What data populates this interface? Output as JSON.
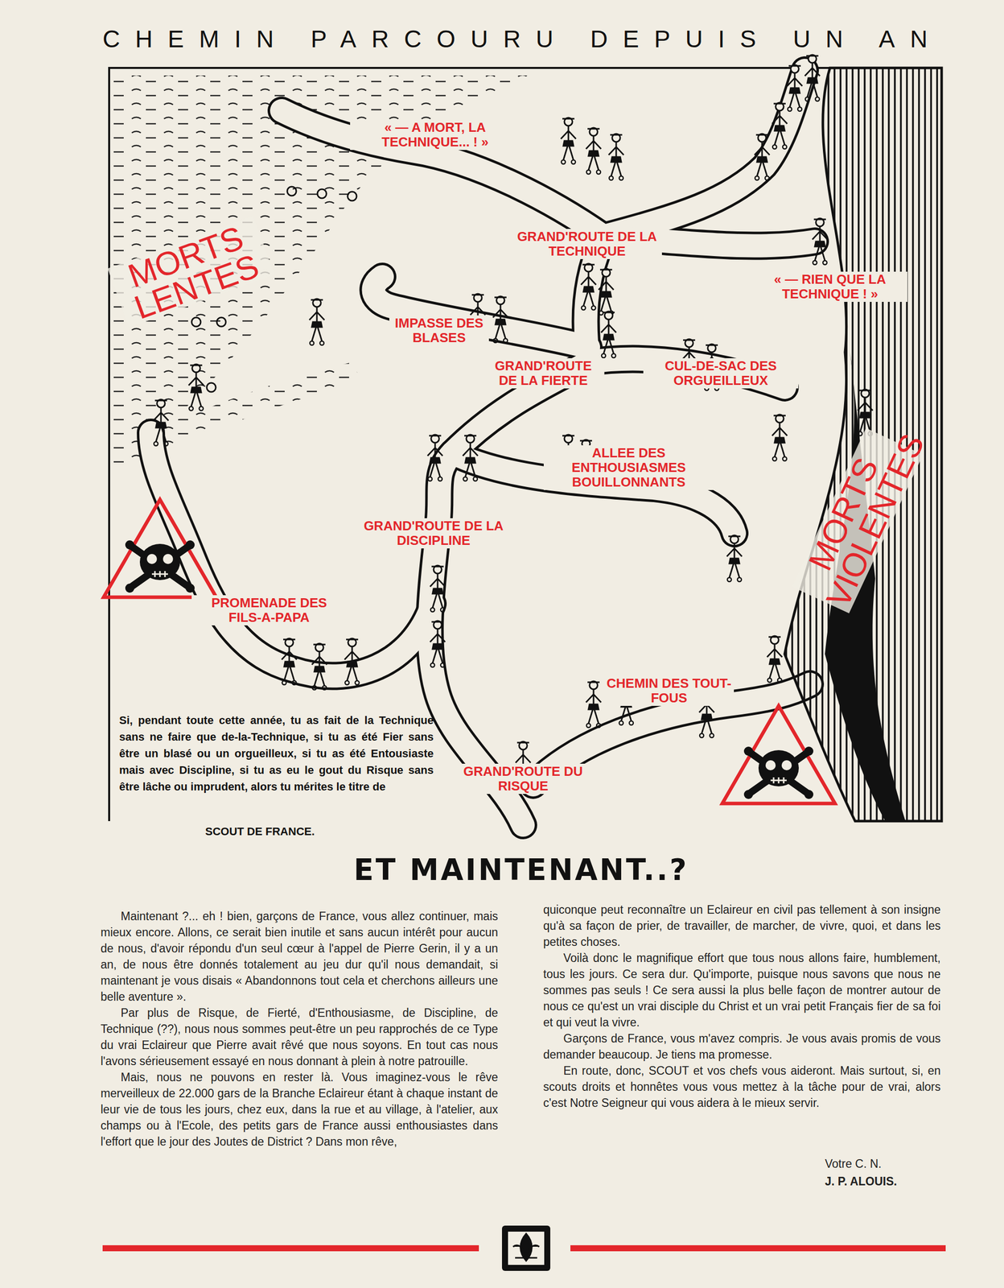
{
  "diagram": {
    "title": "CHEMIN PARCOURU DEPUIS UN AN",
    "labels": [
      "« — A MORT, LA TECHNIQUE... ! »",
      "MORTS LENTES",
      "GRAND'ROUTE DE LA TECHNIQUE",
      "« — RIEN QUE LA TECHNIQUE ! »",
      "IMPASSE DES BLASES",
      "GRAND'ROUTE DE LA FIERTE",
      "CUL-DE-SAC DES ORGUEILLEUX",
      "ALLEE DES ENTHOUSIASMES BOUILLONNANTS",
      "MORTS VIOLENTES",
      "GRAND'ROUTE DE LA DISCIPLINE",
      "PROMENADE DES FILS-A-PAPA",
      "CHEMIN DES TOUT-FOUS",
      "GRAND'ROUTE DU RISQUE",
      "Si, pendant toute cette année, tu as fait de la Technique sans ne faire que de-la-Technique, si tu as été Fier sans être un blasé ou un orgueilleux, si tu as été Entousiaste mais avec Discipline, si tu as eu le gout du Risque sans être lâche ou imprudent, alors tu mérites le titre de",
      "SCOUT DE FRANCE.",
      "ET MAINTENANT..?",
      "Maintenant ?... eh ! bien, garçons de France, vous allez continuer, mais mieux encore. Allons, ce serait bien inutile et sans aucun intérêt pour aucun de nous, d'avoir répondu d'un seul cœur à l'appel de Pierre Gerin, il y a un an, de nous être donnés totalement au jeu dur qu'il nous demandait, si maintenant je vous disais « Abandonnons tout cela et cherchons ailleurs une belle aventure ».",
      "Par plus de Risque, de Fierté, d'Enthousiasme, de Discipline, de Technique (??), nous nous sommes peut-être un peu rapprochés de ce Type du vrai Eclaireur que Pierre avait rêvé que nous soyons. En tout cas nous l'avons sérieusement essayé en nous donnant à plein à notre patrouille.",
      "Mais, nous ne pouvons en rester là. Vous imaginez-vous le rêve merveilleux de 22.000 gars de la Branche Eclaireur étant à chaque instant de leur vie de tous les jours, chez eux, dans la rue et au village, à l'atelier, aux champs ou à l'Ecole, des petits gars de France aussi enthousiastes dans l'effort que le jour des Joutes de District ? Dans mon rêve,",
      "quiconque peut reconnaître un Eclaireur en civil pas tellement à son insigne qu'à sa façon de prier, de travailler, de marcher, de vivre, quoi, et dans les petites choses.",
      "Voilà donc le magnifique effort que tous nous allons faire, humblement, tous les jours. Ce sera dur. Qu'importe, puisque nous savons que nous ne sommes pas seuls ! Ce sera aussi la plus belle façon de montrer autour de nous ce qu'est un vrai disciple du Christ et un vrai petit Français fier de sa foi et qui veut la vivre.",
      "Garçons de France, vous m'avez compris. Je vous avais promis de vous demander beaucoup. Je tiens ma promesse.",
      "En route, donc, SCOUT et vos chefs vous aideront. Mais surtout, si, en scouts droits et honnêtes vous vous mettez à la tâche pour de vrai, alors c'est Notre Seigneur qui vous aidera à le mieux servir.",
      "Votre C. N.",
      "J. P. ALOUIS."
    ]
  }
}
